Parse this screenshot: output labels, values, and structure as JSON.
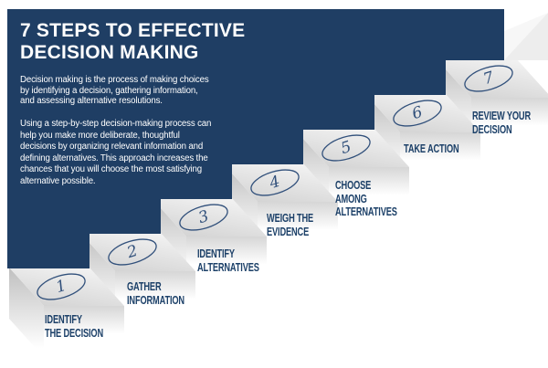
{
  "colors": {
    "background": "#ffffff",
    "panel_navy": "#1f3e64",
    "label_navy": "#1c4068",
    "circle_stroke_navy": "#31507b",
    "step_top_gray": "#d5d5d5",
    "step_shadow_gray": "#c2c2c2"
  },
  "header": {
    "title_lines": [
      "7 STEPS TO EFFECTIVE",
      "DECISION MAKING"
    ]
  },
  "intro": {
    "p1_lines": [
      "Decision making is the process of making choices",
      "by identifying a decision, gathering information,",
      "and assessing alternative resolutions."
    ],
    "p2_lines": [
      "Using a step-by-step decision-making process can",
      "help you make more deliberate, thoughtful",
      "decisions by organizing relevant information and",
      "defining alternatives. This approach increases the",
      "chances that you will choose the most satisfying",
      "alternative possible."
    ]
  },
  "steps": [
    {
      "number": "1",
      "label_lines": [
        "IDENTIFY",
        "THE DECISION"
      ]
    },
    {
      "number": "2",
      "label_lines": [
        "GATHER",
        "INFORMATION"
      ]
    },
    {
      "number": "3",
      "label_lines": [
        "IDENTIFY",
        "ALTERNATIVES"
      ]
    },
    {
      "number": "4",
      "label_lines": [
        "WEIGH THE",
        "EVIDENCE"
      ]
    },
    {
      "number": "5",
      "label_lines": [
        "CHOOSE",
        "AMONG",
        "ALTERNATIVES"
      ]
    },
    {
      "number": "6",
      "label_lines": [
        "TAKE ACTION"
      ]
    },
    {
      "number": "7",
      "label_lines": [
        "REVIEW YOUR",
        "DECISION"
      ]
    }
  ]
}
